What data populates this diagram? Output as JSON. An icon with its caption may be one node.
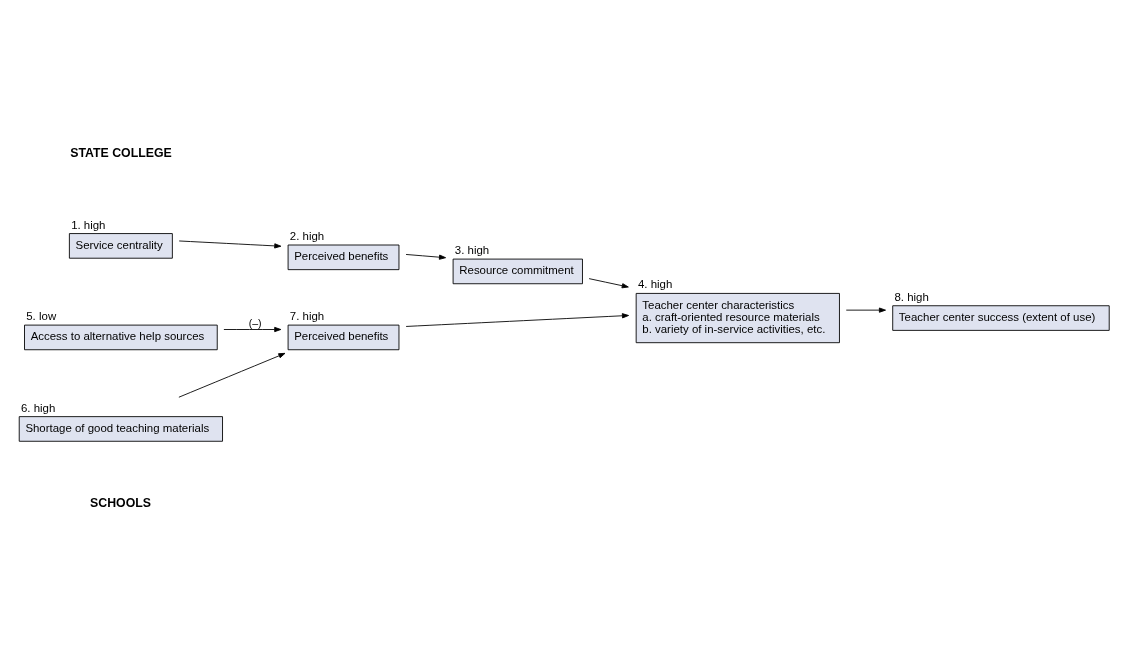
{
  "diagram": {
    "nodes": [
      {
        "text": [
          "1. high",
          "Service centrality"
        ]
      },
      {
        "text": [
          "2. high",
          "Perceived benefits"
        ]
      },
      {
        "text": [
          "3. high",
          "Resource commitment"
        ]
      },
      {
        "text": [
          "4. high",
          "Teacher center characteristics",
          "a. craft-oriented resource materials",
          "b. variety of in-service activities, etc."
        ]
      },
      {
        "text": [
          "5. low",
          "Access to alternative help sources"
        ]
      },
      {
        "text": [
          "6. high",
          "Shortage of good teaching materials"
        ]
      },
      {
        "text": [
          "7. high",
          "Perceived benefits"
        ]
      },
      {
        "text": [
          "8. high",
          "Teacher center success (extent of use)"
        ]
      }
    ],
    "edges": [
      {
        "from": 0,
        "to": 1,
        "arrow": "to"
      },
      {
        "from": 1,
        "to": 2,
        "arrow": "to"
      },
      {
        "from": 2,
        "to": 3,
        "arrow": "to"
      },
      {
        "from": 4,
        "to": 6,
        "arrow": "to",
        "label": "(–)"
      },
      {
        "from": 5,
        "to": 6,
        "arrow": "to"
      },
      {
        "from": 6,
        "to": 3,
        "arrow": "to"
      },
      {
        "from": 3,
        "to": 7,
        "arrow": "to"
      }
    ],
    "labels": [
      "STATE COLLEGE",
      "SCHOOLS"
    ]
  }
}
